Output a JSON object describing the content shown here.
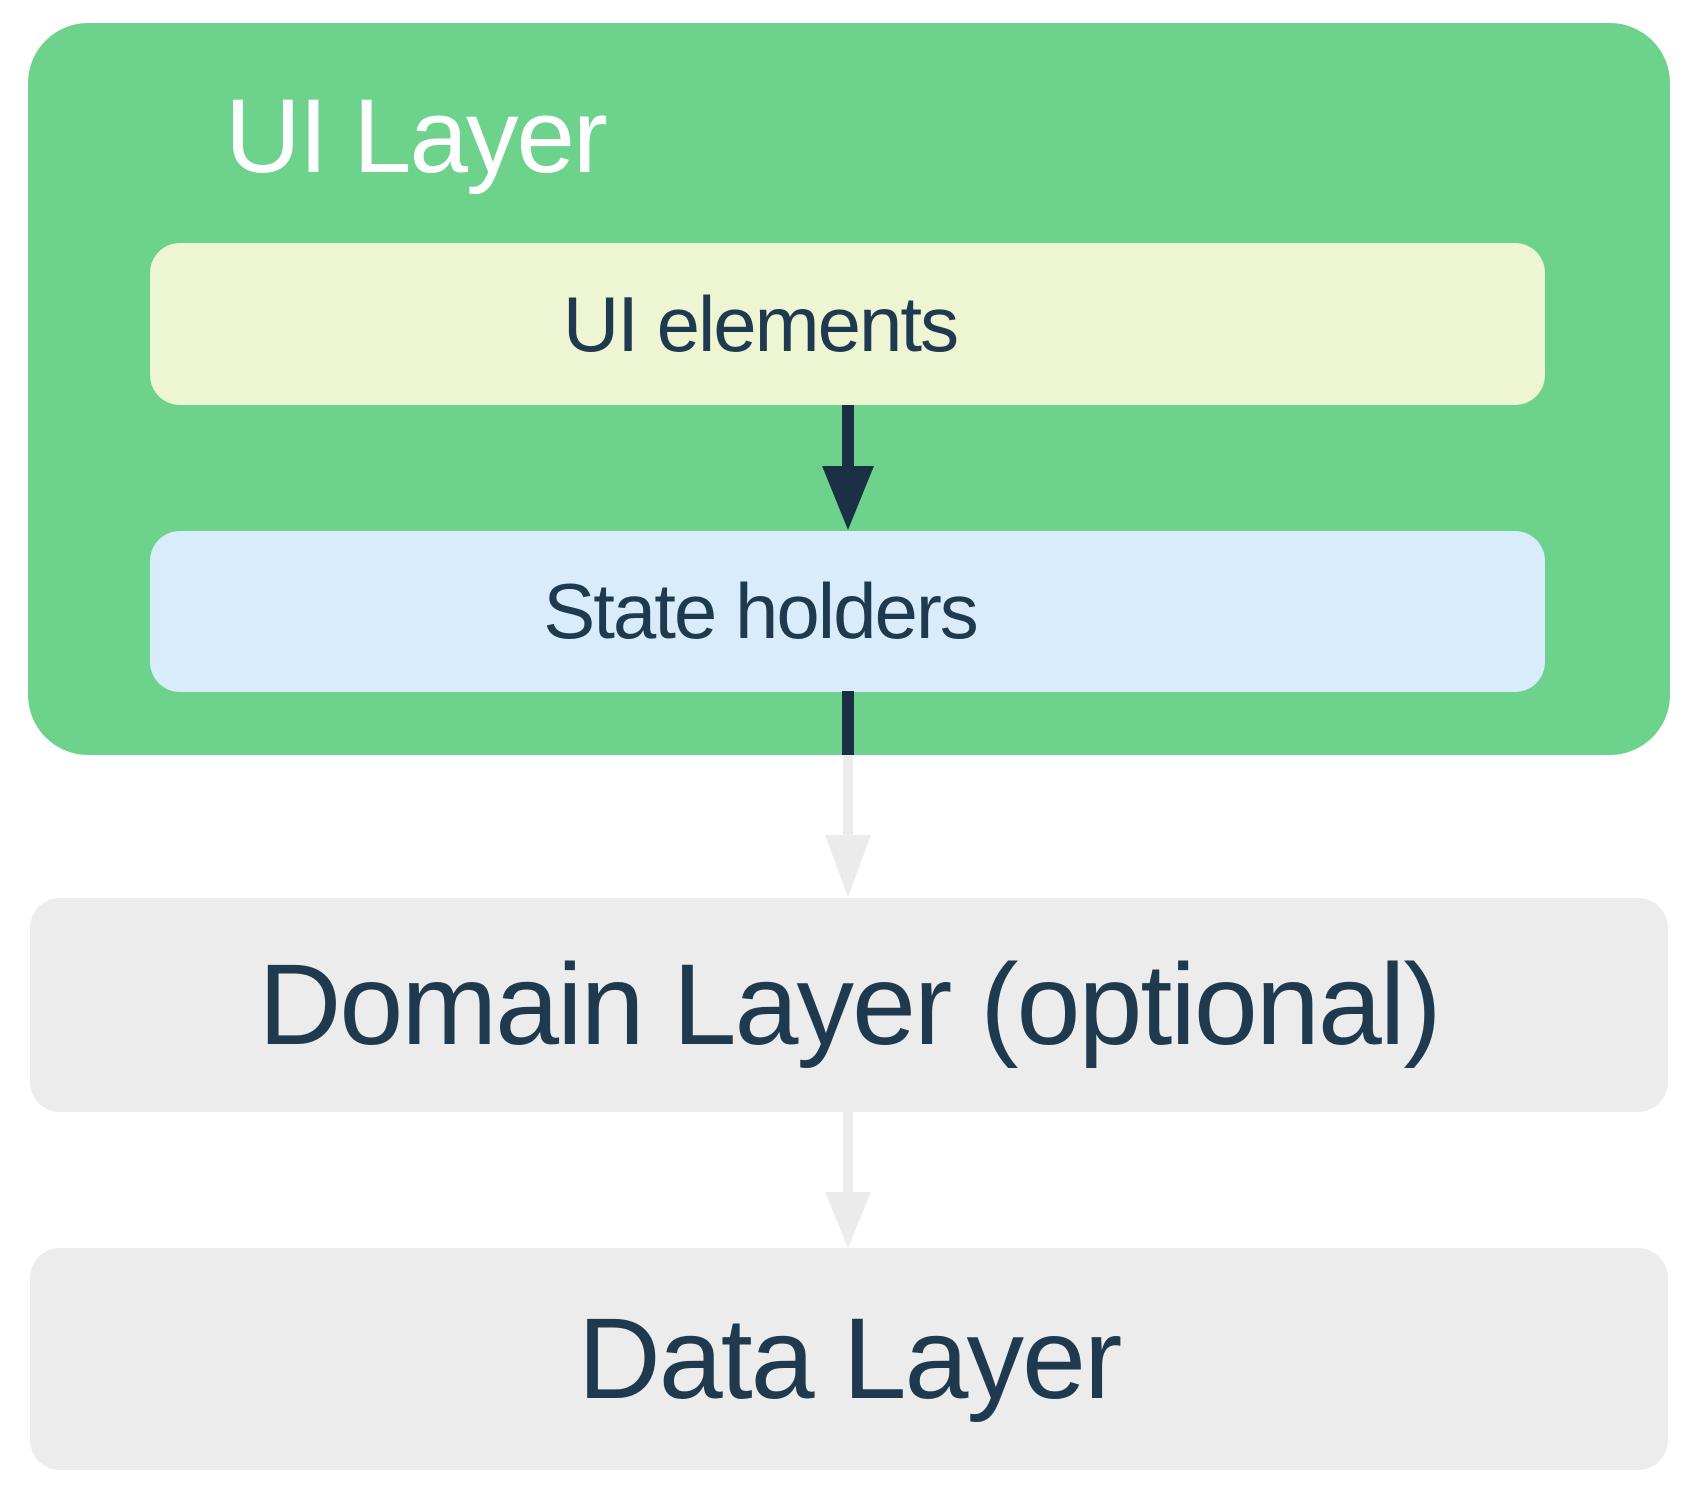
{
  "ui_layer": {
    "title": "UI Layer",
    "ui_elements_label": "UI elements",
    "state_holders_label": "State holders"
  },
  "domain_layer": {
    "label": "Domain Layer (optional)"
  },
  "data_layer": {
    "label": "Data Layer"
  },
  "colors": {
    "ui_layer_bg": "#6dd38c",
    "ui_layer_title_text": "#ffffff",
    "ui_elements_bg": "#eef5d3",
    "state_holders_bg": "#d9ecfb",
    "gray_box_bg": "#ececec",
    "dark_text": "#1f3a4e",
    "arrow_dark": "#1b3044",
    "arrow_light": "#ebebeb",
    "background": "#ffffff"
  }
}
